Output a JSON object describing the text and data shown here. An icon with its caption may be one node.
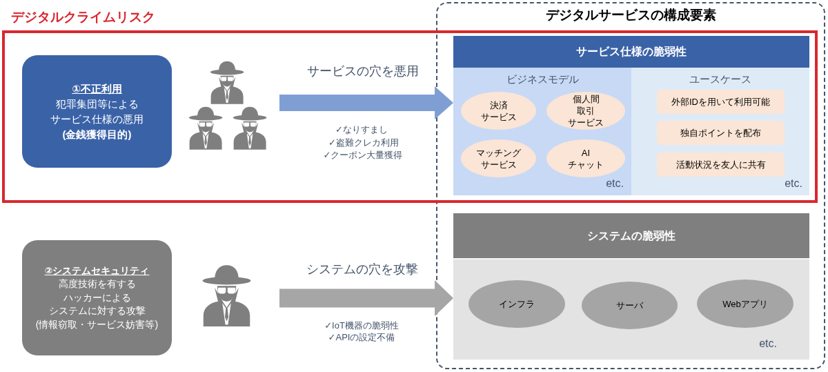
{
  "diagram": {
    "nodes": [
      {
        "text": [
          "デジタルクライムリスク"
        ]
      },
      {
        "text": [
          "①不正利用",
          "犯罪集団等によるサービス仕様の悪用",
          "(金銭獲得目的)"
        ],
        "in": 0
      },
      {
        "text": [],
        "shape": "person",
        "in": 0
      },
      {
        "text": [
          "デジタルサービスの構成要素"
        ]
      },
      {
        "text": [
          "サービス仕様の脆弱性"
        ]
      },
      {
        "text": [
          "ビジネスモデル",
          "etc."
        ],
        "in": 4
      },
      {
        "text": [
          "決済サービス"
        ],
        "in": 5
      },
      {
        "text": [
          "個人間取引サービス"
        ],
        "in": 5
      },
      {
        "text": [
          "マッチングサービス"
        ],
        "in": 5
      },
      {
        "text": [
          "AIチャット"
        ],
        "in": 5
      },
      {
        "text": [
          "ユースケース",
          "etc."
        ],
        "in": 4
      },
      {
        "text": [
          "外部IDを用いて利用可能"
        ],
        "in": 10
      },
      {
        "text": [
          "独自ポイントを配布"
        ],
        "in": 10
      },
      {
        "text": [
          "活動状況を友人に共有"
        ],
        "in": 10
      },
      {
        "text": [
          "②システムセキュリティ",
          "高度技術を有するハッカーによるシステムに対する攻撃",
          "(情報窃取・サービス妨害等)"
        ]
      },
      {
        "text": [],
        "shape": "person"
      },
      {
        "text": [
          "システムの脆弱性",
          "etc."
        ],
        "in": 3
      },
      {
        "text": [
          "インフラ"
        ],
        "in": 16
      },
      {
        "text": [
          "サーバ"
        ],
        "in": 16
      },
      {
        "text": [
          "Webアプリ"
        ],
        "in": 16
      }
    ],
    "edges": [
      {
        "from": 2,
        "to": 4,
        "arrow": "to",
        "label": "サービスの穴を悪用",
        "color": "#7f9fd4"
      },
      {
        "from": 15,
        "to": 16,
        "arrow": "to",
        "label": "システムの穴を攻撃",
        "color": "#a6a6a6"
      }
    ],
    "labels": [
      "✓なりすまし",
      "✓盗難クレカ利用",
      "✓クーポン大量獲得",
      "✓IoT機器の脆弱性",
      "✓APIの設定不備"
    ]
  }
}
